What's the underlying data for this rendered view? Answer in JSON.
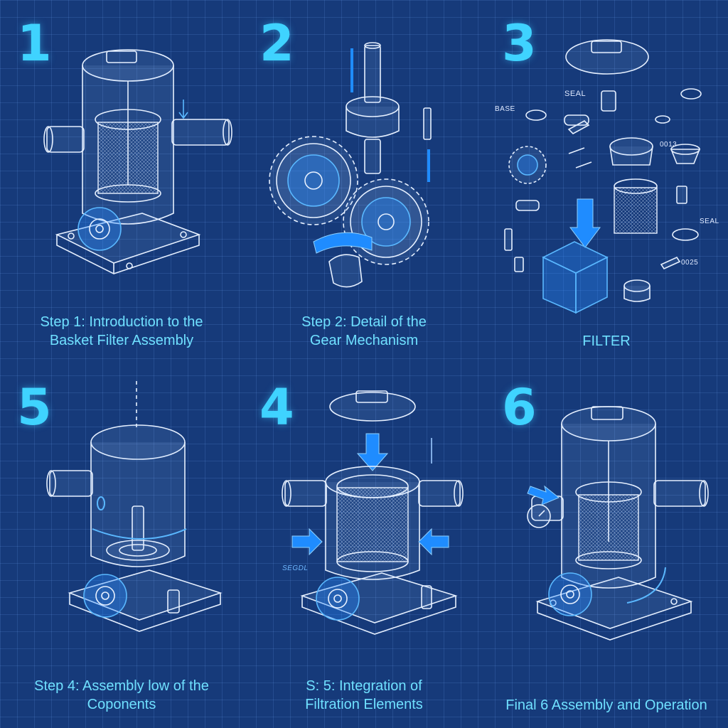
{
  "panels": [
    {
      "number": "1",
      "caption_line1": "Step 1: Introduction to the",
      "caption_line2": "Basket Filter Assembly"
    },
    {
      "number": "2",
      "caption_line1": "Step 2: Detail of the",
      "caption_line2": "Gear Mechanism"
    },
    {
      "number": "3",
      "caption_line1": "FILTER",
      "labels": {
        "base": "BASE",
        "seal_top": "SEAL",
        "seal_right": "SEAL",
        "code1": "0013",
        "code2": "0025"
      }
    },
    {
      "number": "5",
      "caption_line1": "Step 4: Assembly low of the",
      "caption_line2": "Coponents"
    },
    {
      "number": "4",
      "caption_line1": "S: 5: Integration of",
      "caption_line2": "Filtration Elements",
      "annotation": "SEGDL"
    },
    {
      "number": "6",
      "caption_line1": "Final 6 Assembly and Operation"
    }
  ],
  "colors": {
    "background": "#163a7a",
    "number": "#3fd3ff",
    "caption": "#6fe0ff",
    "line": "#e6f0ff",
    "accent": "#1f8cff"
  }
}
